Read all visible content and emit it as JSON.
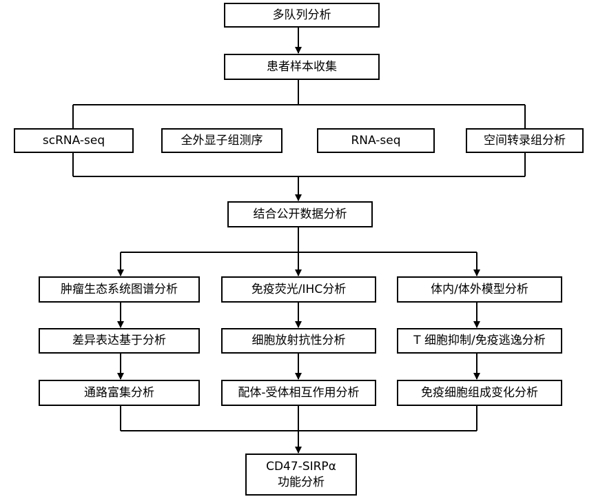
{
  "diagram": {
    "multi_cohort": "多队列分析",
    "sample_collection": "患者样本收集",
    "methods": [
      "scRNA-seq",
      "全外显子组测序",
      "RNA-seq",
      "空间转录组分析"
    ],
    "public_data": "结合公开数据分析",
    "col_left": [
      "肿瘤生态系统图谱分析",
      "差异表达基于分析",
      "通路富集分析"
    ],
    "col_mid": [
      "免疫荧光/IHC分析",
      "细胞放射抗性分析",
      "配体-受体相互作用分析"
    ],
    "col_right": [
      "体内/体外模型分析",
      "T 细胞抑制/免疫逃逸分析",
      "免疫细胞组成变化分析"
    ],
    "final_line1": "CD47-SIRPα",
    "final_line2": "功能分析"
  }
}
